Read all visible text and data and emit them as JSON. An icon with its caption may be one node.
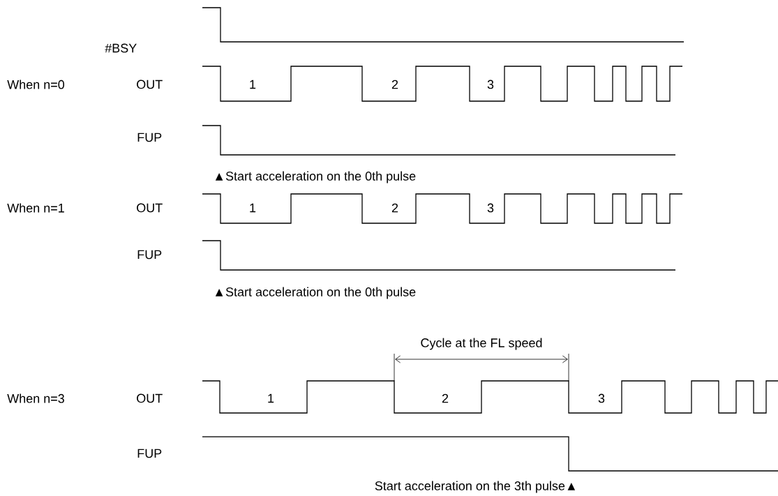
{
  "diagram": {
    "labels": [
      "#BSY",
      "When n=0",
      "OUT",
      "1",
      "2",
      "3",
      "FUP",
      "▲Start acceleration on the 0th pulse",
      "When n=1",
      "OUT",
      "1",
      "2",
      "3",
      "FUP",
      "▲Start acceleration on the 0th pulse",
      "Cycle at the FL speed",
      "When n=3",
      "OUT",
      "1",
      "2",
      "3",
      "FUP",
      "Start acceleration on the 3th pulse▲"
    ]
  }
}
